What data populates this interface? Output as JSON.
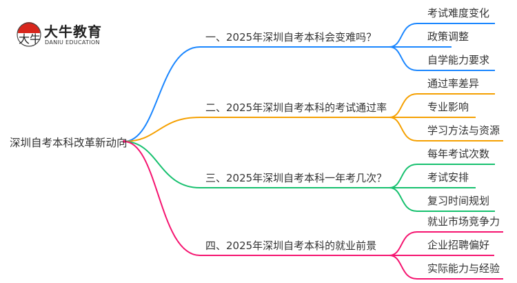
{
  "logo": {
    "name": "大牛教育",
    "english": "DANIU EDUCATION",
    "mark": "大牛"
  },
  "root": "深圳自考本科改革新动向",
  "branches": [
    {
      "label": "一、2025年深圳自考本科会变难吗？",
      "color": "#1a86ff",
      "children": [
        "考试难度变化",
        "政策调整",
        "自学能力要求"
      ]
    },
    {
      "label": "二、2025年深圳自考本科的考试通过率",
      "color": "#f5a000",
      "children": [
        "通过率差异",
        "专业影响",
        "学习方法与资源"
      ]
    },
    {
      "label": "三、2025年深圳自考本科一年考几次？",
      "color": "#16c06e",
      "children": [
        "每年考试次数",
        "考试安排",
        "复习时间规划"
      ]
    },
    {
      "label": "四、2025年深圳自考本科的就业前景",
      "color": "#f5136f",
      "children": [
        "就业市场竞争力",
        "企业招聘偏好",
        "实际能力与经验"
      ]
    }
  ]
}
